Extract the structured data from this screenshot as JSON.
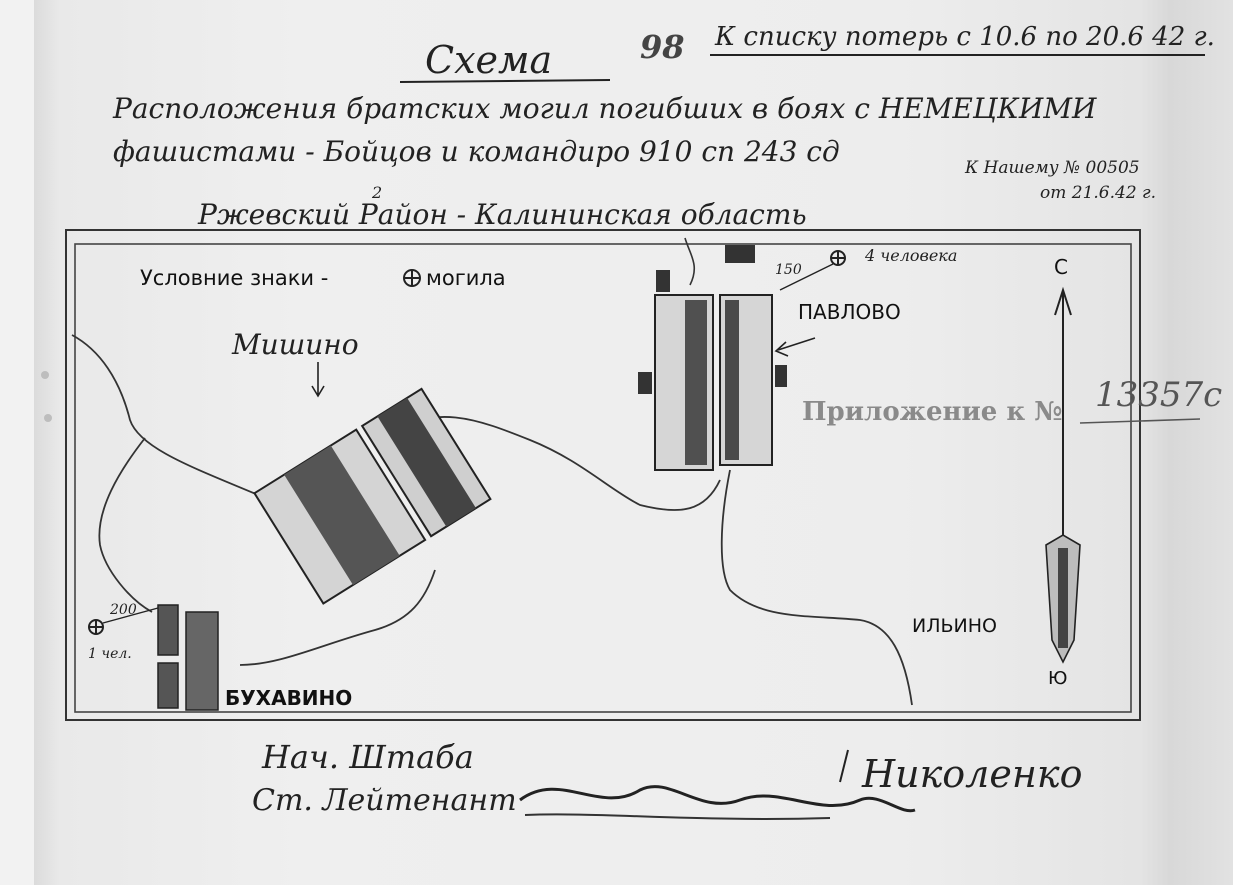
{
  "document": {
    "title": "Схема",
    "page_number": "98",
    "header_note": "К списку потерь с 10.6 по 20.6 42 г.",
    "subtitle_line1": "Расположения братских могил погибших в боях с НЕМЕЦКИМИ",
    "subtitle_line2": "фашистами - Бойцов и командиро 910 сп 243 сд",
    "subtitle_line3": "Ржевский Район - Калининская область",
    "order_ref_line1": "К Нашему № 00505",
    "order_ref_line2": "от 21.6.42 г.",
    "superscript_mark": "2"
  },
  "map": {
    "legend_text": "Условние знаки -",
    "legend_symbol_label": "могила",
    "north_label": "С",
    "south_label": "Ю",
    "stamp_text": "Приложение к №",
    "stamp_number": "13357с",
    "places": {
      "mishino": "Мишино",
      "pavlovo": "ПАВЛОВО",
      "ilyino": "ИЛЬИНО",
      "bukhavino": "БУХАВИНО"
    },
    "graves": [
      {
        "place": "Павлово",
        "distance": "150",
        "count_label": "4 человека"
      },
      {
        "place": "Бухавино",
        "distance": "200",
        "count_label": "1 чел."
      }
    ]
  },
  "signature": {
    "line1": "Нач. Штаба",
    "line2": "Ст. Лейтенант",
    "name": "Николенко"
  },
  "colors": {
    "ink": "#222222",
    "paper": "#ededed",
    "stamp": "#8a8a8a"
  }
}
